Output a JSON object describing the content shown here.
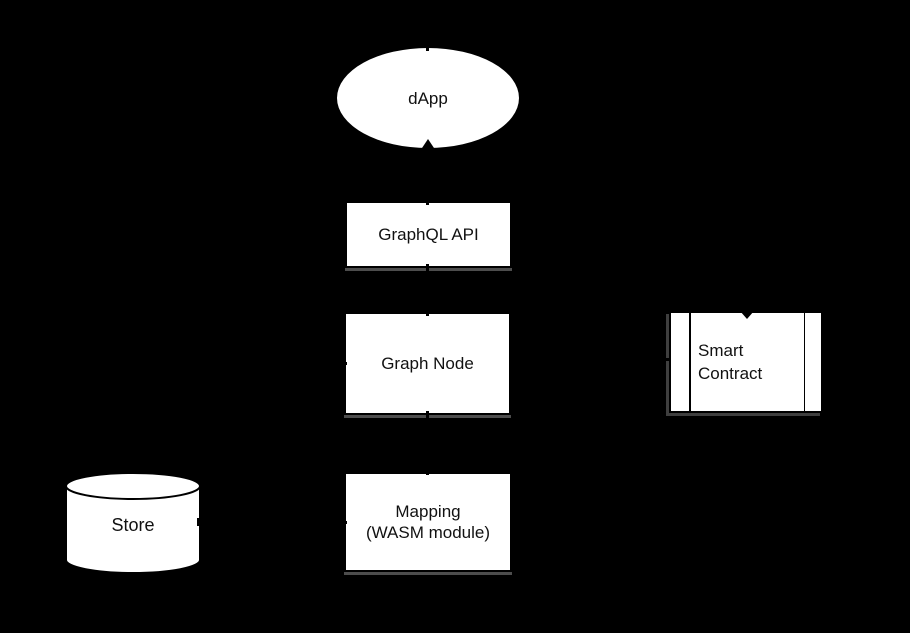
{
  "colors": {
    "background": "#000000",
    "shape_fill": "#ffffff",
    "shape_stroke": "#000000",
    "text": "#111111"
  },
  "nodes": {
    "dapp": {
      "label": "dApp",
      "shape": "ellipse"
    },
    "graphql_api": {
      "label": "GraphQL API",
      "shape": "rectangle"
    },
    "graph_node": {
      "label": "Graph Node",
      "shape": "rectangle"
    },
    "smart_contract": {
      "line1": "Smart",
      "line2": "Contract",
      "shape": "subroutine"
    },
    "mapping": {
      "line1": "Mapping",
      "line2": "(WASM module)",
      "shape": "rectangle"
    },
    "store": {
      "label": "Store",
      "shape": "cylinder"
    }
  },
  "connector_marks": {
    "arrowheads": [
      {
        "at": "dapp-bottom",
        "direction": "up"
      },
      {
        "at": "smart-contract-top",
        "direction": "down"
      }
    ],
    "stubs": [
      "dapp-top",
      "graphql-api-top",
      "graphql-api-bottom",
      "graph-node-top",
      "graph-node-left",
      "graph-node-bottom",
      "smart-contract-left",
      "mapping-top",
      "mapping-left",
      "store-right"
    ]
  }
}
